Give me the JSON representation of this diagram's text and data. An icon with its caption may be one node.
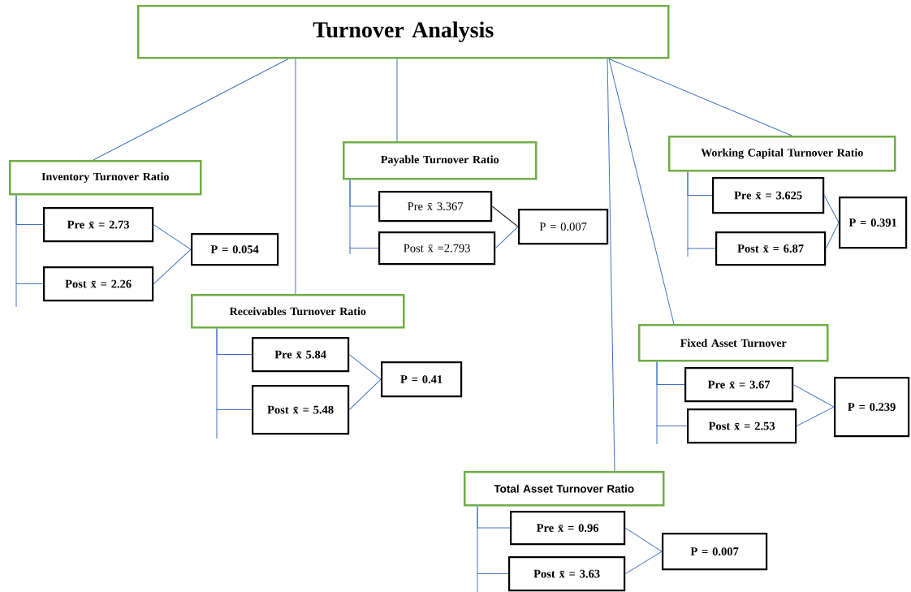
{
  "diagram": {
    "nodes": [
      {
        "text": [
          "Turnover Analysis"
        ]
      },
      {
        "text": [
          "Inventory Turnover Ratio"
        ]
      },
      {
        "text": [
          "Pre x̄ = 2.73"
        ]
      },
      {
        "text": [
          "Post x̄ = 2.26"
        ]
      },
      {
        "text": [
          "P = 0.054"
        ]
      },
      {
        "text": [
          "Receivables Turnover Ratio"
        ]
      },
      {
        "text": [
          "Pre x̄ 5.84"
        ]
      },
      {
        "text": [
          "Post x̄ = 5.48"
        ]
      },
      {
        "text": [
          "P = 0.41"
        ]
      },
      {
        "text": [
          "Payable Turnover Ratio"
        ]
      },
      {
        "text": [
          "Pre x̄ 3.367"
        ]
      },
      {
        "text": [
          "Post x̄ =2.793"
        ]
      },
      {
        "text": [
          "P = 0.007"
        ]
      },
      {
        "text": [
          "Working Capital Turnover Ratio"
        ]
      },
      {
        "text": [
          "Pre x̄ = 3.625"
        ]
      },
      {
        "text": [
          "Post x̄ = 6.87"
        ]
      },
      {
        "text": [
          "P = 0.391"
        ]
      },
      {
        "text": [
          "Fixed Asset Turnover"
        ]
      },
      {
        "text": [
          "Pre x̄ = 3.67"
        ]
      },
      {
        "text": [
          "Post x̄ = 2.53"
        ]
      },
      {
        "text": [
          "P = 0.239"
        ]
      },
      {
        "text": [
          "Total Asset Turnover Ratio"
        ]
      },
      {
        "text": [
          "Pre x̄ = 0.96"
        ]
      },
      {
        "text": [
          "Post x̄ = 3.63"
        ]
      },
      {
        "text": [
          "P = 0.007"
        ]
      }
    ],
    "edges": [
      {
        "from": 0,
        "to": 1,
        "arrow": "none"
      },
      {
        "from": 0,
        "to": 5,
        "arrow": "none"
      },
      {
        "from": 0,
        "to": 9,
        "arrow": "none"
      },
      {
        "from": 0,
        "to": 21,
        "arrow": "none"
      },
      {
        "from": 0,
        "to": 17,
        "arrow": "none"
      },
      {
        "from": 0,
        "to": 13,
        "arrow": "none"
      },
      {
        "from": 1,
        "to": 2,
        "arrow": "none"
      },
      {
        "from": 1,
        "to": 3,
        "arrow": "none"
      },
      {
        "from": 2,
        "to": 4,
        "arrow": "none"
      },
      {
        "from": 3,
        "to": 4,
        "arrow": "none"
      },
      {
        "from": 5,
        "to": 6,
        "arrow": "none"
      },
      {
        "from": 5,
        "to": 7,
        "arrow": "none"
      },
      {
        "from": 6,
        "to": 8,
        "arrow": "none"
      },
      {
        "from": 7,
        "to": 8,
        "arrow": "none"
      },
      {
        "from": 9,
        "to": 10,
        "arrow": "none"
      },
      {
        "from": 9,
        "to": 11,
        "arrow": "none"
      },
      {
        "from": 10,
        "to": 12,
        "arrow": "none",
        "color": "#000000"
      },
      {
        "from": 11,
        "to": 12,
        "arrow": "none"
      },
      {
        "from": 13,
        "to": 14,
        "arrow": "none"
      },
      {
        "from": 13,
        "to": 15,
        "arrow": "none"
      },
      {
        "from": 14,
        "to": 16,
        "arrow": "none"
      },
      {
        "from": 15,
        "to": 16,
        "arrow": "none"
      },
      {
        "from": 17,
        "to": 18,
        "arrow": "none"
      },
      {
        "from": 17,
        "to": 19,
        "arrow": "none"
      },
      {
        "from": 18,
        "to": 20,
        "arrow": "none"
      },
      {
        "from": 19,
        "to": 20,
        "arrow": "none"
      },
      {
        "from": 21,
        "to": 22,
        "arrow": "none"
      },
      {
        "from": 21,
        "to": 23,
        "arrow": "none"
      },
      {
        "from": 22,
        "to": 24,
        "arrow": "none"
      },
      {
        "from": 23,
        "to": 24,
        "arrow": "none"
      }
    ]
  }
}
